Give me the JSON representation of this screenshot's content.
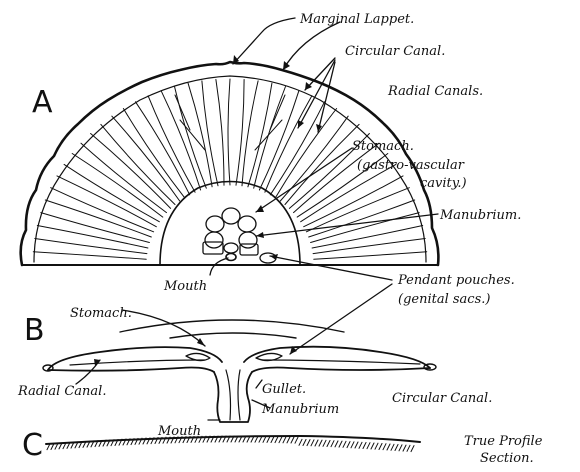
{
  "panels": {
    "a": "A",
    "b": "B",
    "c": "C"
  },
  "labels": {
    "marginal_lappet": "Marginal Lappet.",
    "circular_canal": "Circular Canal.",
    "radial_canals": "Radial Canals.",
    "stomach_a_line1": "Stomach.",
    "stomach_a_line2": "(gastro-vascular",
    "stomach_a_line3": "cavity.)",
    "manubrium_a": "Manubrium.",
    "mouth_a": "Mouth",
    "pendant_line1": "Pendant pouches.",
    "pendant_line2": "(genital sacs.)",
    "stomach_b": "Stomach.",
    "radial_canal_b": "Radial Canal.",
    "gullet_b": "Gullet.",
    "circular_canal_b": "Circular Canal.",
    "manubrium_b": "Manubrium",
    "mouth_b": "Mouth",
    "true_profile_line1": "True Profile",
    "true_profile_line2": "Section."
  }
}
